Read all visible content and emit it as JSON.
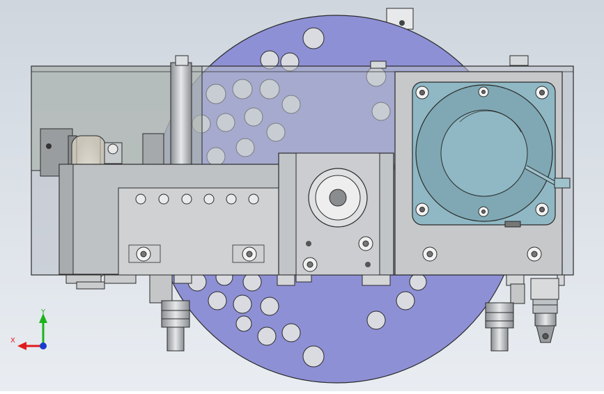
{
  "viewport": {
    "background_top": "#cfd6de",
    "background_bottom": "#e9edf2"
  },
  "colors": {
    "disc": "#8e90d6",
    "disc_hole": "#d9dbe0",
    "housing": "#b4b7bb",
    "housing_dark": "#8f9296",
    "glass": "#a9b8cc",
    "motor_face": "#8fb8c4",
    "motor_ring": "#7fa8b4",
    "plate": "#c9cbcd",
    "outline": "#2a2a2a"
  },
  "triad": {
    "axes": [
      {
        "label": "Y",
        "color": "#1db31d",
        "icon": "axis-arrow-up"
      },
      {
        "label": "X",
        "color": "#e01b1b",
        "icon": "axis-arrow-left"
      },
      {
        "label": "",
        "color": "#1a3ccc",
        "icon": "axis-origin-dot"
      }
    ]
  }
}
